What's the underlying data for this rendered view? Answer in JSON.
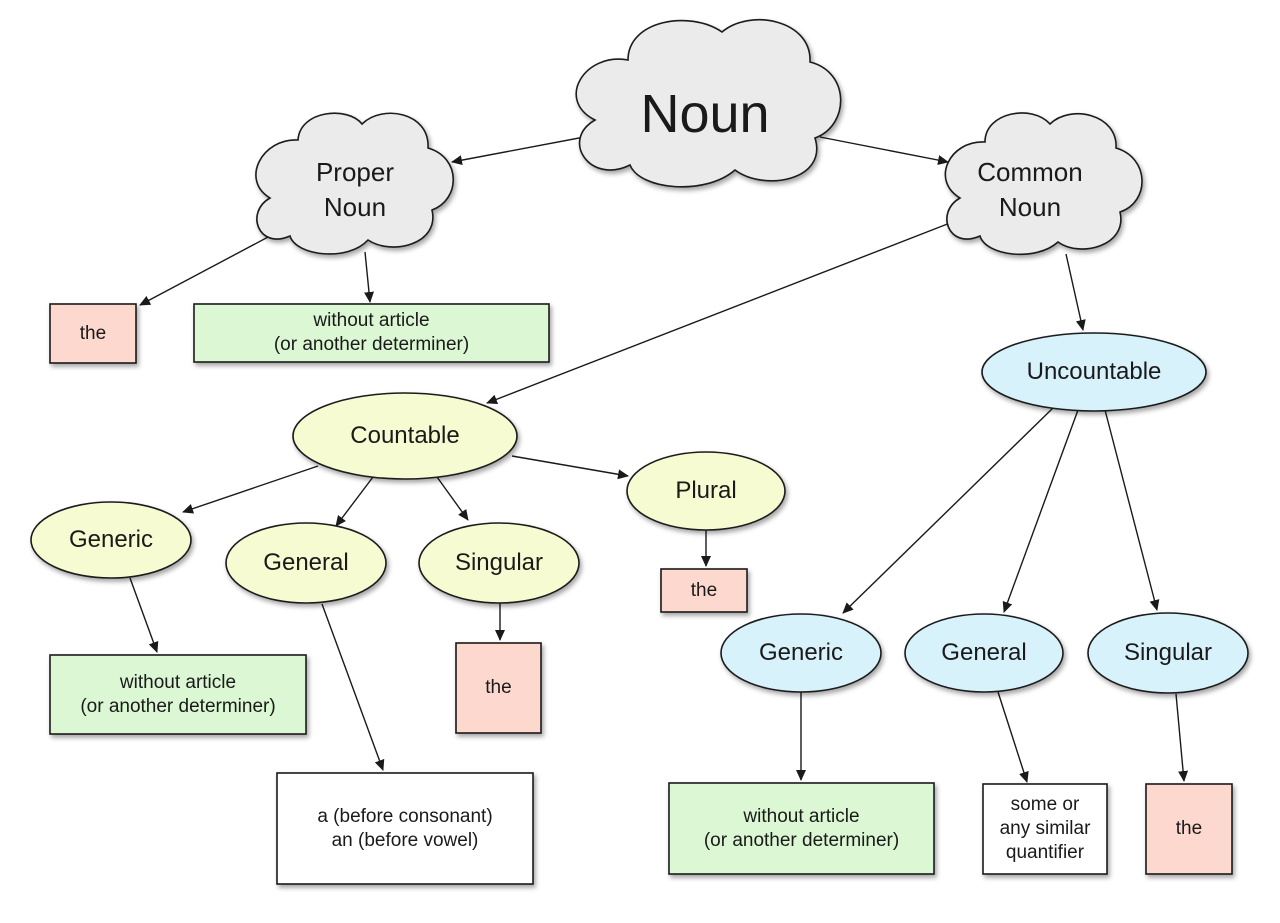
{
  "nodes": {
    "noun": "Noun",
    "proper_noun": "Proper\nNoun",
    "common_noun": "Common\nNoun",
    "proper_the": "the",
    "proper_without": "without article\n(or another determiner)",
    "countable": "Countable",
    "uncountable": "Uncountable",
    "c_generic": "Generic",
    "c_general": "General",
    "c_singular": "Singular",
    "c_plural": "Plural",
    "c_plural_the": "the",
    "c_generic_without": "without article\n(or another determiner)",
    "c_singular_the": "the",
    "c_general_a_an": "a (before consonant)\nan (before vowel)",
    "u_generic": "Generic",
    "u_general": "General",
    "u_singular": "Singular",
    "u_generic_without": "without article\n(or another determiner)",
    "u_general_some": "some or\nany similar\nquantifier",
    "u_singular_the": "the"
  },
  "colors": {
    "cloud": "#ebebeb",
    "countable_branch": "#f7fbd2",
    "uncountable_branch": "#d7f2fb",
    "article_the": "#fcd8cf",
    "without_article": "#dbf7d3",
    "other_box": "#ffffff"
  }
}
